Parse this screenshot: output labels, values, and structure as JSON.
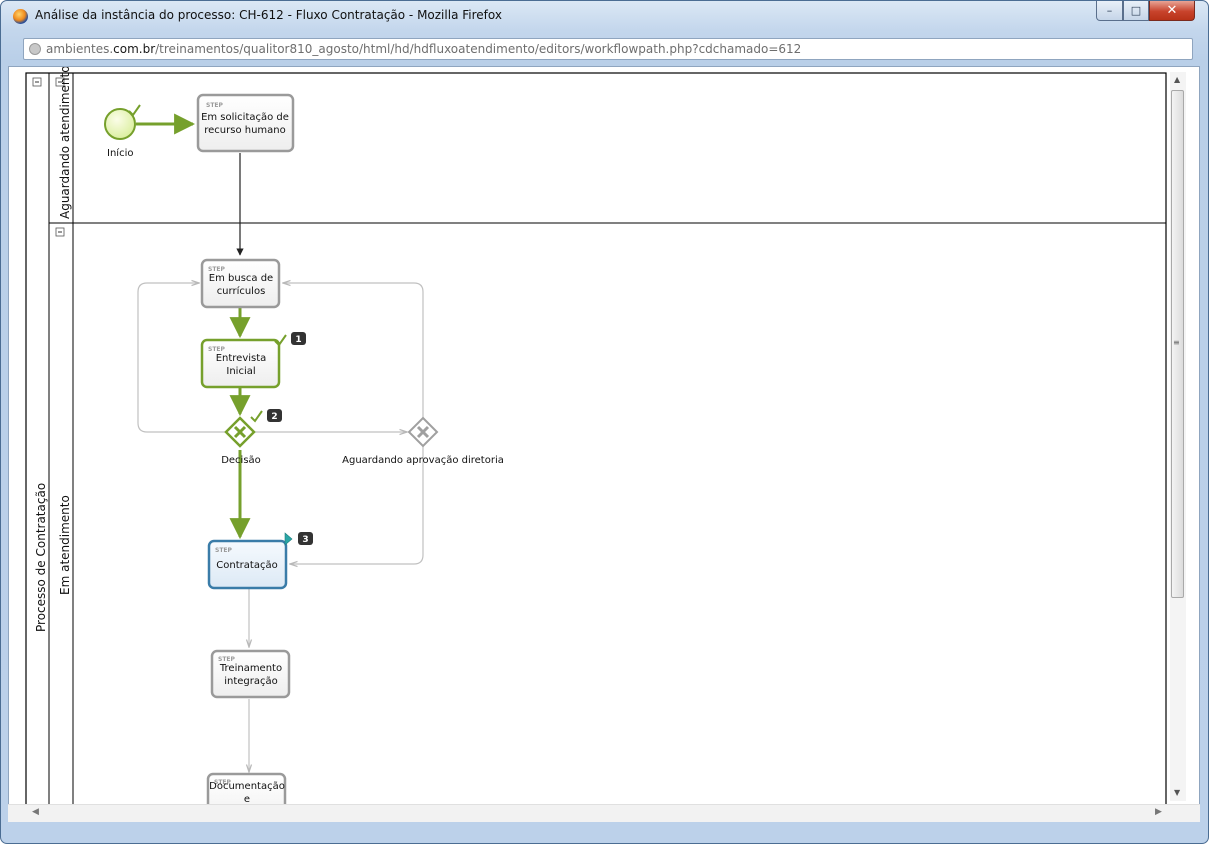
{
  "window": {
    "title": "Análise da instância do processo: CH-612 - Fluxo Contratação - Mozilla Firefox",
    "url_prefix": "ambientes.",
    "url_domain": "com.br",
    "url_path": "/treinamentos/qualitor810_agosto/html/hd/hdfluxoatendimento/editors/workflowpath.php?cdchamado=612",
    "controls": {
      "minimize": "–",
      "maximize": "□",
      "close": "✕"
    }
  },
  "diagram": {
    "pool_label": "Processo de Contratação",
    "lanes": [
      {
        "label": "Aguardando atendimento"
      },
      {
        "label": "Em atendimento"
      }
    ],
    "start_label": "Início",
    "step_tag": "STEP",
    "steps": [
      {
        "line1": "Em solicitação de",
        "line2": "recurso humano"
      },
      {
        "line1": "Em busca de",
        "line2": "currículos"
      },
      {
        "line1": "Entrevista",
        "line2": "Inicial"
      },
      {
        "line1": "Contratação",
        "line2": ""
      },
      {
        "line1": "Treinamento",
        "line2": "integração"
      },
      {
        "line1": "Documentação",
        "line2": "e"
      }
    ],
    "gateways": [
      {
        "label": "Decisão"
      },
      {
        "label": "Aguardando aprovação diretoria"
      }
    ],
    "badges": [
      "1",
      "2",
      "3"
    ],
    "colors": {
      "done": "#76a02c",
      "current": "#3a7ca8",
      "pending": "#9a9a9a"
    }
  }
}
